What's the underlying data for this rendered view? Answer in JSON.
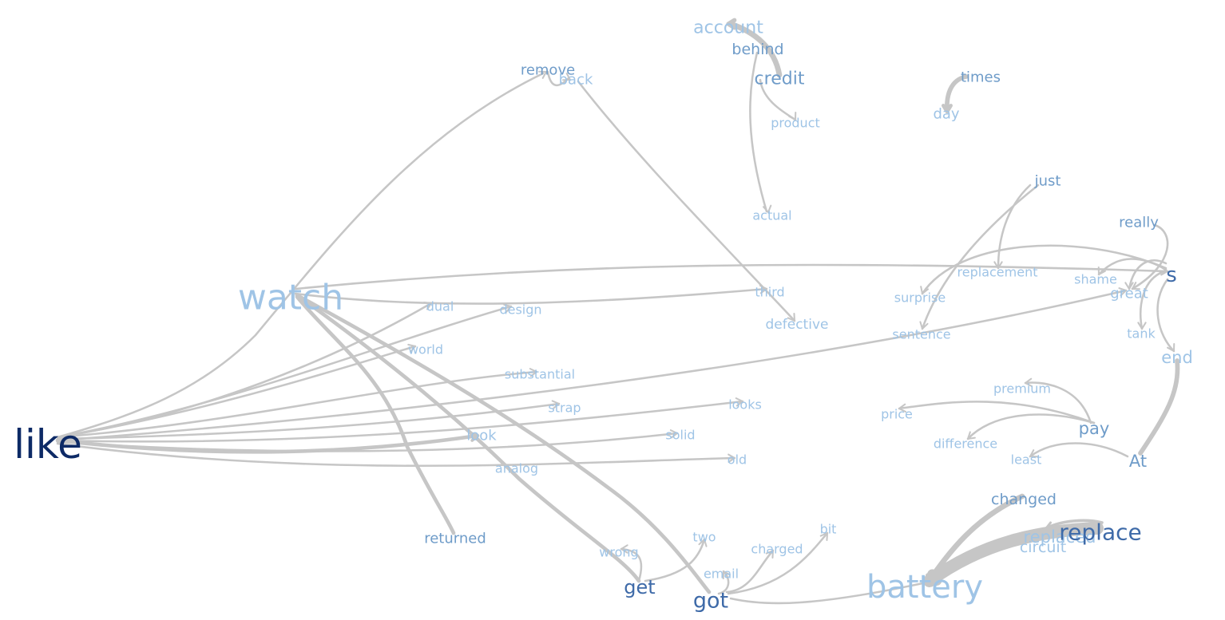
{
  "nodes": [
    {
      "id": "like",
      "label": "like",
      "tone": "dark"
    },
    {
      "id": "watch",
      "label": "watch",
      "tone": "light"
    },
    {
      "id": "remove",
      "label": "remove",
      "tone": "medium"
    },
    {
      "id": "back",
      "label": "back",
      "tone": "light"
    },
    {
      "id": "account",
      "label": "account",
      "tone": "light"
    },
    {
      "id": "behind",
      "label": "behind",
      "tone": "medium"
    },
    {
      "id": "credit",
      "label": "credit",
      "tone": "medium"
    },
    {
      "id": "product",
      "label": "product",
      "tone": "light"
    },
    {
      "id": "actual",
      "label": "actual",
      "tone": "light"
    },
    {
      "id": "times",
      "label": "times",
      "tone": "medium"
    },
    {
      "id": "day",
      "label": "day",
      "tone": "light"
    },
    {
      "id": "just",
      "label": "just",
      "tone": "medium"
    },
    {
      "id": "really",
      "label": "really",
      "tone": "medium"
    },
    {
      "id": "replacement",
      "label": "replacement",
      "tone": "light"
    },
    {
      "id": "shame",
      "label": "shame",
      "tone": "light"
    },
    {
      "id": "s",
      "label": "s",
      "tone": "deep"
    },
    {
      "id": "great",
      "label": "great",
      "tone": "light"
    },
    {
      "id": "surprise",
      "label": "surprise",
      "tone": "light"
    },
    {
      "id": "sentence",
      "label": "sentence",
      "tone": "light"
    },
    {
      "id": "tank",
      "label": "tank",
      "tone": "light"
    },
    {
      "id": "end",
      "label": "end",
      "tone": "light"
    },
    {
      "id": "third",
      "label": "third",
      "tone": "light"
    },
    {
      "id": "defective",
      "label": "defective",
      "tone": "light"
    },
    {
      "id": "dual",
      "label": "dual",
      "tone": "light"
    },
    {
      "id": "design",
      "label": "design",
      "tone": "light"
    },
    {
      "id": "world",
      "label": "world",
      "tone": "light"
    },
    {
      "id": "substantial",
      "label": "substantial",
      "tone": "light"
    },
    {
      "id": "strap",
      "label": "strap",
      "tone": "light"
    },
    {
      "id": "looks",
      "label": "looks",
      "tone": "light"
    },
    {
      "id": "look",
      "label": "look",
      "tone": "light"
    },
    {
      "id": "solid",
      "label": "solid",
      "tone": "light"
    },
    {
      "id": "old",
      "label": "old",
      "tone": "light"
    },
    {
      "id": "analog",
      "label": "analog",
      "tone": "light"
    },
    {
      "id": "premium",
      "label": "premium",
      "tone": "light"
    },
    {
      "id": "price",
      "label": "price",
      "tone": "light"
    },
    {
      "id": "pay",
      "label": "pay",
      "tone": "medium"
    },
    {
      "id": "difference",
      "label": "difference",
      "tone": "light"
    },
    {
      "id": "least",
      "label": "least",
      "tone": "light"
    },
    {
      "id": "At",
      "label": "At",
      "tone": "medium"
    },
    {
      "id": "returned",
      "label": "returned",
      "tone": "medium"
    },
    {
      "id": "two",
      "label": "two",
      "tone": "light"
    },
    {
      "id": "wrong",
      "label": "wrong",
      "tone": "light"
    },
    {
      "id": "charged",
      "label": "charged",
      "tone": "light"
    },
    {
      "id": "bit",
      "label": "bit",
      "tone": "light"
    },
    {
      "id": "email",
      "label": "email",
      "tone": "light"
    },
    {
      "id": "get",
      "label": "get",
      "tone": "deep"
    },
    {
      "id": "got",
      "label": "got",
      "tone": "deep"
    },
    {
      "id": "changed",
      "label": "changed",
      "tone": "medium"
    },
    {
      "id": "replaced",
      "label": "replaced",
      "tone": "light"
    },
    {
      "id": "circuit",
      "label": "circuit",
      "tone": "light"
    },
    {
      "id": "replace",
      "label": "replace",
      "tone": "deep"
    },
    {
      "id": "battery",
      "label": "battery",
      "tone": "light"
    }
  ],
  "edges": [
    {
      "source": "like",
      "target": "remove",
      "weight": 1
    },
    {
      "source": "like",
      "target": "dual",
      "weight": 1
    },
    {
      "source": "like",
      "target": "design",
      "weight": 1
    },
    {
      "source": "like",
      "target": "world",
      "weight": 1
    },
    {
      "source": "like",
      "target": "substantial",
      "weight": 1
    },
    {
      "source": "like",
      "target": "strap",
      "weight": 1
    },
    {
      "source": "like",
      "target": "look",
      "weight": 3
    },
    {
      "source": "like",
      "target": "looks",
      "weight": 1
    },
    {
      "source": "like",
      "target": "solid",
      "weight": 1
    },
    {
      "source": "like",
      "target": "old",
      "weight": 1
    },
    {
      "source": "like",
      "target": "great",
      "weight": 1
    },
    {
      "source": "watch",
      "target": "third",
      "weight": 1
    },
    {
      "source": "watch",
      "target": "s",
      "weight": 1
    },
    {
      "source": "watch",
      "target": "returned",
      "weight": 3
    },
    {
      "source": "watch",
      "target": "get",
      "weight": 3
    },
    {
      "source": "watch",
      "target": "got",
      "weight": 3
    },
    {
      "source": "remove",
      "target": "back",
      "weight": 1
    },
    {
      "source": "back",
      "target": "defective",
      "weight": 1
    },
    {
      "source": "credit",
      "target": "account",
      "weight": 5
    },
    {
      "source": "credit",
      "target": "product",
      "weight": 1
    },
    {
      "source": "behind",
      "target": "actual",
      "weight": 1
    },
    {
      "source": "times",
      "target": "day",
      "weight": 4
    },
    {
      "source": "just",
      "target": "replacement",
      "weight": 1
    },
    {
      "source": "just",
      "target": "sentence",
      "weight": 1
    },
    {
      "source": "s",
      "target": "surprise",
      "weight": 1
    },
    {
      "source": "s",
      "target": "shame",
      "weight": 1
    },
    {
      "source": "s",
      "target": "great",
      "weight": 1
    },
    {
      "source": "s",
      "target": "tank",
      "weight": 1
    },
    {
      "source": "s",
      "target": "end",
      "weight": 1
    },
    {
      "source": "really",
      "target": "great",
      "weight": 1
    },
    {
      "source": "pay",
      "target": "premium",
      "weight": 1
    },
    {
      "source": "pay",
      "target": "price",
      "weight": 1
    },
    {
      "source": "pay",
      "target": "difference",
      "weight": 1
    },
    {
      "source": "At",
      "target": "least",
      "weight": 1
    },
    {
      "source": "At",
      "target": "end",
      "weight": 4
    },
    {
      "source": "get",
      "target": "wrong",
      "weight": 1
    },
    {
      "source": "get",
      "target": "two",
      "weight": 1
    },
    {
      "source": "got",
      "target": "email",
      "weight": 1
    },
    {
      "source": "got",
      "target": "charged",
      "weight": 1
    },
    {
      "source": "got",
      "target": "bit",
      "weight": 1
    },
    {
      "source": "got",
      "target": "battery",
      "weight": 1
    },
    {
      "source": "changed",
      "target": "battery",
      "weight": 5
    },
    {
      "source": "replace",
      "target": "battery",
      "weight": 14
    },
    {
      "source": "replace",
      "target": "replaced",
      "weight": 2
    }
  ],
  "colors": {
    "dark": "#0d2a66",
    "deep": "#3e6aa8",
    "medium": "#6f9cc9",
    "light": "#9fc4e6",
    "edge": "#c6c6c6"
  }
}
